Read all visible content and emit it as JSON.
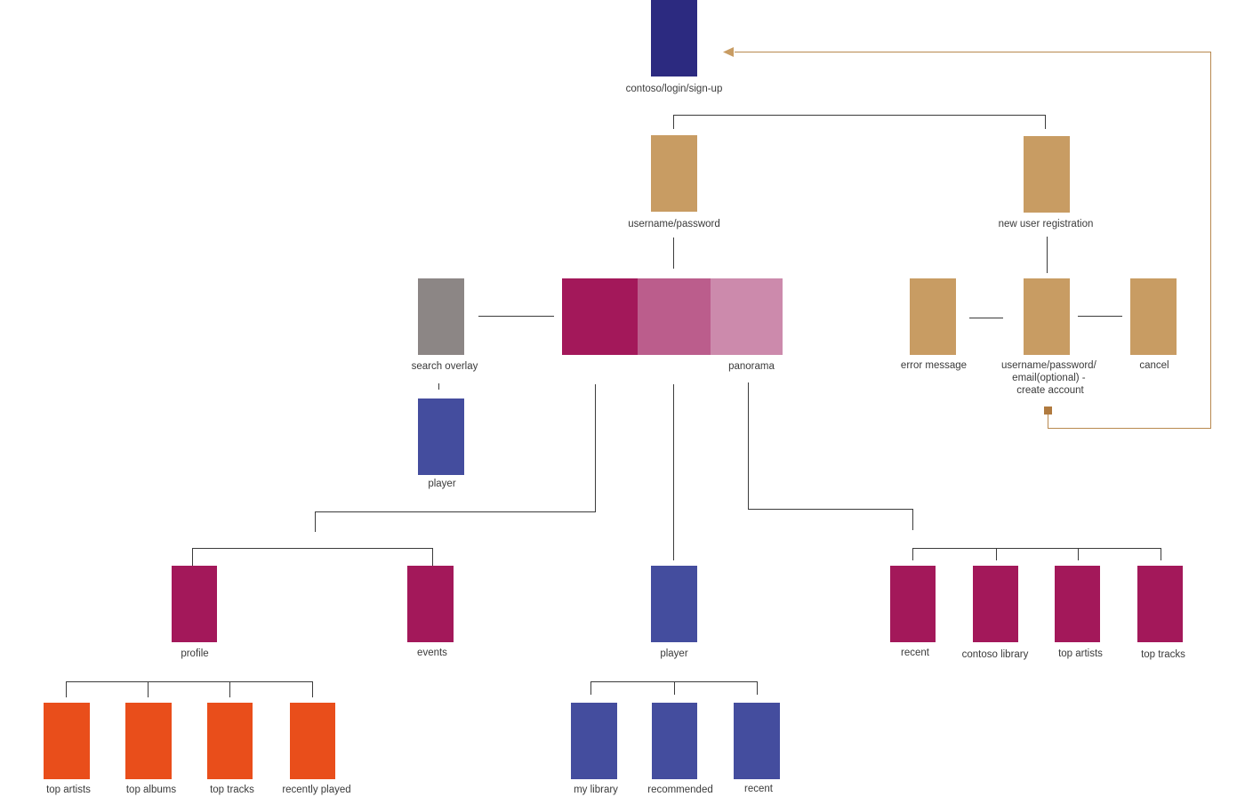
{
  "colors": {
    "login": "#2c2a80",
    "tan": "#c89c63",
    "gray": "#8c8685",
    "player": "#444d9e",
    "magenta": "#a3185a",
    "magenta_mid": "#bb5d8c",
    "magenta_light": "#cc8aac",
    "orange": "#e94e1b",
    "connector": "#3b3b3b",
    "return_path": "#b8894f"
  },
  "nodes": {
    "login": "contoso/login/sign-up",
    "username_password": "username/password",
    "new_user_registration": "new user registration",
    "search_overlay": "search overlay",
    "search_player": "player",
    "panorama": "panorama",
    "error_message": "error message",
    "create_account": [
      "username/password/",
      "email(optional) -",
      "create account"
    ],
    "cancel": "cancel",
    "profile": "profile",
    "events": "events",
    "player": "player",
    "recent": "recent",
    "contoso_library": "contoso library",
    "panorama_top_artists": "top artists",
    "panorama_top_tracks": "top tracks",
    "profile_top_artists": "top artists",
    "profile_top_albums": "top albums",
    "profile_top_tracks": "top tracks",
    "profile_recently_played": "recently played",
    "my_library": "my library",
    "recommended": "recommended",
    "player_recent": "recent"
  }
}
